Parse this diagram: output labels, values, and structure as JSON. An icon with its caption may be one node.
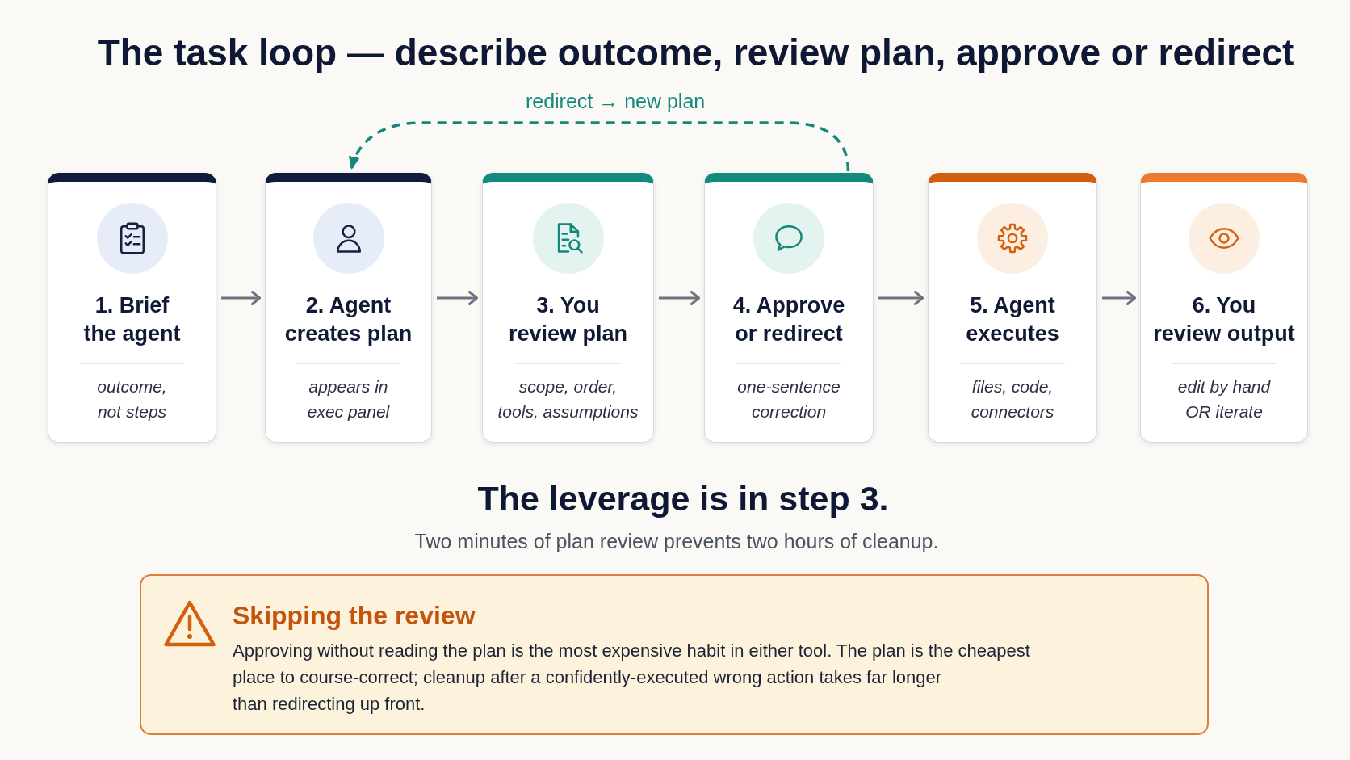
{
  "diagram": {
    "title": "The task loop — describe outcome, review plan, approve or redirect",
    "nodes": [
      {
        "text": [
          "1. Brief the agent",
          "outcome, not steps"
        ]
      },
      {
        "text": [
          "2. Agent creates plan",
          "appears in exec panel"
        ]
      },
      {
        "text": [
          "3. You review plan",
          "scope, order, tools, assumptions"
        ]
      },
      {
        "text": [
          "4. Approve or redirect",
          "one-sentence correction"
        ]
      },
      {
        "text": [
          "5. Agent executes",
          "files, code, connectors"
        ]
      },
      {
        "text": [
          "6. You review output",
          "edit by hand OR iterate"
        ]
      },
      {
        "text": [
          "Skipping the review",
          "Approving without reading the plan is the most expensive habit in either tool. The plan is the cheapest place to course-correct; cleanup after a confidently-executed wrong action takes far longer than redirecting up front."
        ]
      }
    ],
    "edges": [
      {
        "from": 0,
        "to": 1,
        "arrow": "to"
      },
      {
        "from": 1,
        "to": 2,
        "arrow": "to"
      },
      {
        "from": 2,
        "to": 3,
        "arrow": "to"
      },
      {
        "from": 3,
        "to": 4,
        "arrow": "to"
      },
      {
        "from": 4,
        "to": 5,
        "arrow": "to"
      },
      {
        "from": 3,
        "to": 1,
        "arrow": "to",
        "label": "redirect → new plan",
        "style": "dashed",
        "color": "#14897b"
      }
    ],
    "labels": [
      "The leverage is in step 3.",
      "Two minutes of plan review prevents two hours of cleanup."
    ]
  }
}
